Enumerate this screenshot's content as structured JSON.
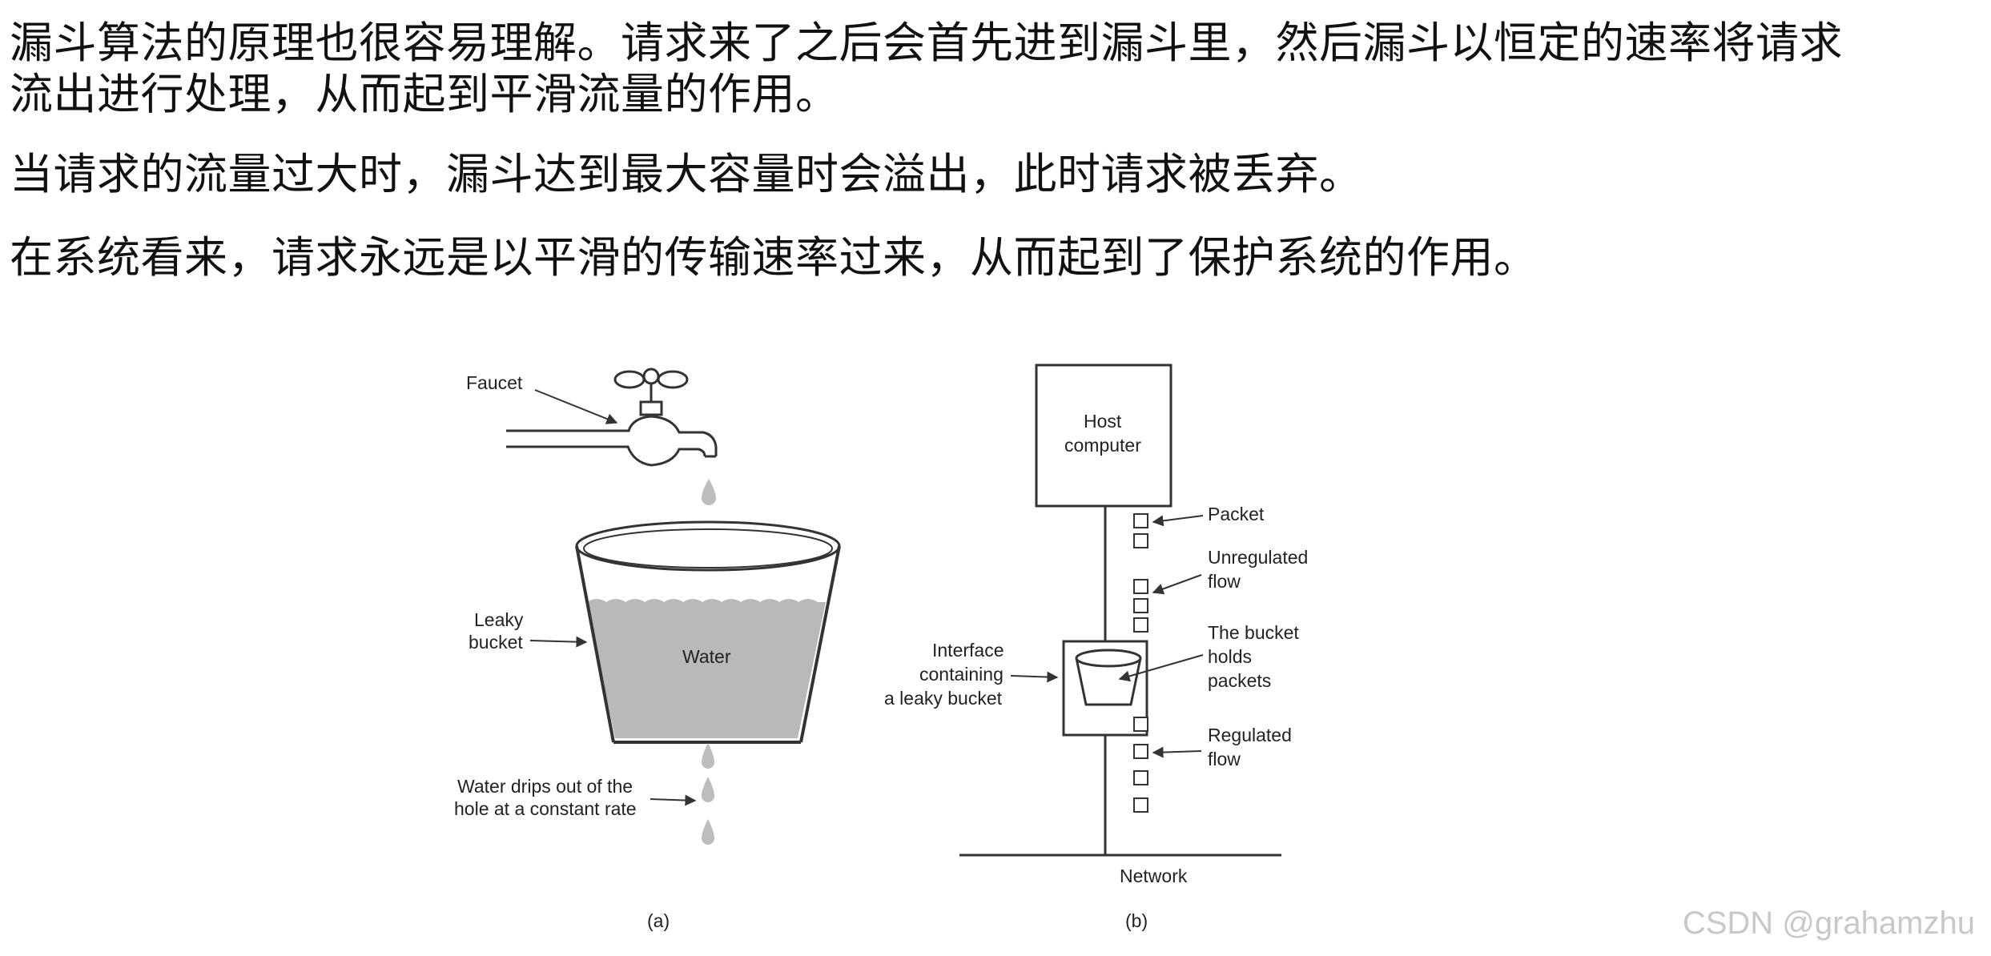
{
  "article": {
    "p1_line1": "漏斗算法的原理也很容易理解。请求来了之后会首先进到漏斗里，然后漏斗以恒定的速率将请求",
    "p1_line2": "流出进行处理，从而起到平滑流量的作用。",
    "p2": "当请求的流量过大时，漏斗达到最大容量时会溢出，此时请求被丢弃。",
    "p3": "在系统看来，请求永远是以平滑的传输速率过来，从而起到了保护系统的作用。"
  },
  "figure_a": {
    "faucet": "Faucet",
    "leaky_line1": "Leaky",
    "leaky_line2": "bucket",
    "water": "Water",
    "drips_line1": "Water drips out of the",
    "drips_line2": "hole at a constant rate",
    "caption": "(a)"
  },
  "figure_b": {
    "host_line1": "Host",
    "host_line2": "computer",
    "packet": "Packet",
    "unreg_line1": "Unregulated",
    "unreg_line2": "flow",
    "holds_line1": "The bucket",
    "holds_line2": "holds",
    "holds_line3": "packets",
    "iface_line1": "Interface",
    "iface_line2": "containing",
    "iface_line3": "a leaky bucket",
    "reg_line1": "Regulated",
    "reg_line2": "flow",
    "network": "Network",
    "caption": "(b)"
  },
  "watermark": "CSDN @grahamzhu",
  "colors": {
    "water_fill": "#b9b9b9",
    "line": "#333333",
    "watermark": "#c8c8c8"
  }
}
